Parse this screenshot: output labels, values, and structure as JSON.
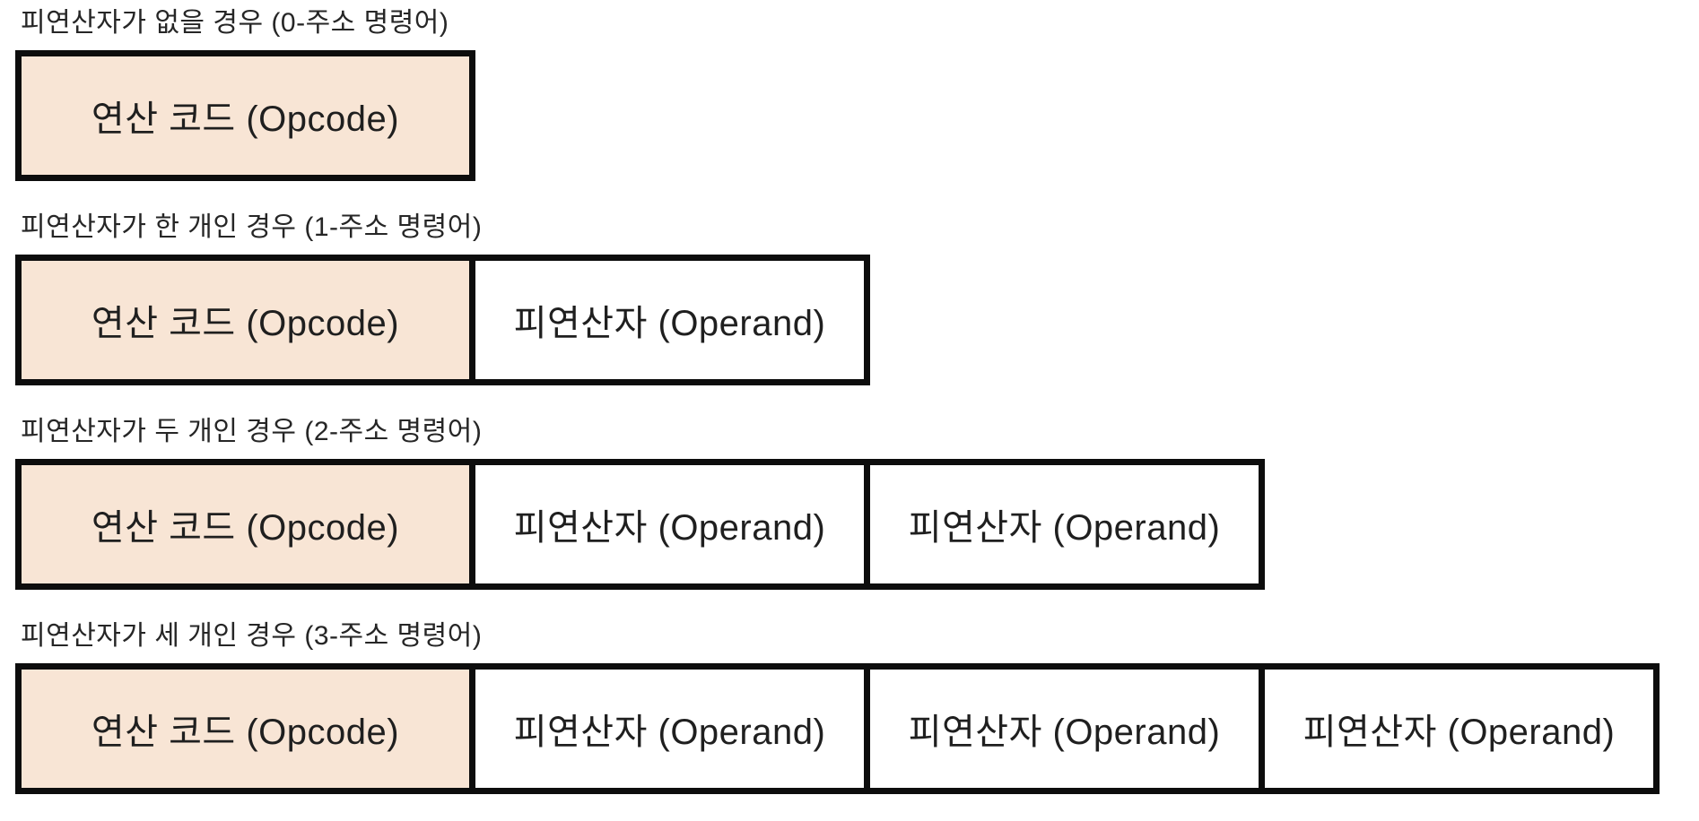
{
  "colors": {
    "opcode_fill": "#f8e5d5",
    "operand_fill": "#ffffff",
    "border": "#0d0d0d",
    "text": "#1f1f1f",
    "title_text": "#262626",
    "background": "#ffffff"
  },
  "labels": {
    "opcode": "연산 코드 (Opcode)",
    "operand": "피연산자 (Operand)"
  },
  "sections": [
    {
      "title": "피연산자가 없을 경우 (0-주소 명령어)",
      "operand_count": 0
    },
    {
      "title": "피연산자가 한 개인 경우 (1-주소 명령어)",
      "operand_count": 1
    },
    {
      "title": "피연산자가 두 개인 경우 (2-주소 명령어)",
      "operand_count": 2
    },
    {
      "title": "피연산자가 세 개인 경우 (3-주소 명령어)",
      "operand_count": 3
    }
  ]
}
